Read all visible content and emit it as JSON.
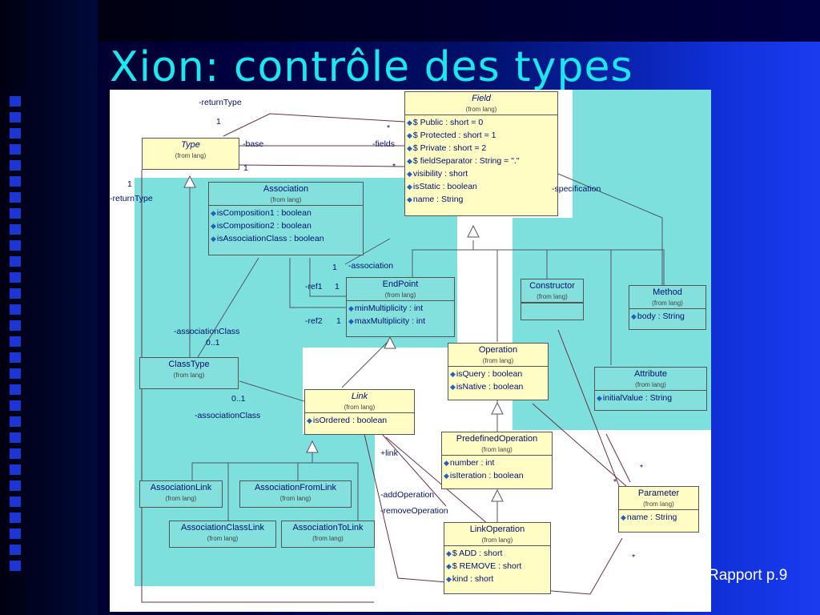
{
  "slide": {
    "title": "Xion: contrôle des types",
    "footer": "Rapport p.9"
  },
  "classes": {
    "field": {
      "name": "Field",
      "from": "(from lang)",
      "attrs": [
        "$ Public : short = 0",
        "$ Protected : short = 1",
        "$ Private : short = 2",
        "$ fieldSeparator : String = \".\"",
        "visibility : short",
        "isStatic : boolean",
        "name : String"
      ]
    },
    "type": {
      "name": "Type",
      "from": "(from lang)"
    },
    "association": {
      "name": "Association",
      "from": "(from lang)",
      "attrs": [
        "isComposition1 : boolean",
        "isComposition2 : boolean",
        "isAssociationClass : boolean"
      ]
    },
    "endpoint": {
      "name": "EndPoint",
      "from": "(from lang)",
      "attrs": [
        "minMultiplicity : int",
        "maxMultiplicity : int"
      ]
    },
    "constructor": {
      "name": "Constructor",
      "from": "(from lang)"
    },
    "method": {
      "name": "Method",
      "from": "(from lang)",
      "attrs": [
        "body : String"
      ]
    },
    "operation": {
      "name": "Operation",
      "from": "(from lang)",
      "attrs": [
        "isQuery : boolean",
        "isNative : boolean"
      ]
    },
    "attribute": {
      "name": "Attribute",
      "from": "(from lang)",
      "attrs": [
        "initialValue : String"
      ]
    },
    "classtype": {
      "name": "ClassType",
      "from": "(from lang)"
    },
    "link": {
      "name": "Link",
      "from": "(from lang)",
      "attrs": [
        "isOrdered : boolean"
      ]
    },
    "predefinedoperation": {
      "name": "PredefinedOperation",
      "from": "(from lang)",
      "attrs": [
        "number : int",
        "isIteration : boolean"
      ]
    },
    "parameter": {
      "name": "Parameter",
      "from": "(from lang)",
      "attrs": [
        "name : String"
      ]
    },
    "associationlink": {
      "name": "AssociationLink",
      "from": "(from lang)"
    },
    "associationfromlink": {
      "name": "AssociationFromLink",
      "from": "(from lang)"
    },
    "associationclasslink": {
      "name": "AssociationClassLink",
      "from": "(from lang)"
    },
    "associationtolink": {
      "name": "AssociationToLink",
      "from": "(from lang)"
    },
    "linkoperation": {
      "name": "LinkOperation",
      "from": "(from lang)",
      "attrs": [
        "$ ADD : short",
        "$ REMOVE : short",
        "kind : short"
      ]
    }
  },
  "labels": {
    "returnType_top": "-returnType",
    "one_a": "1",
    "star_a": "*",
    "base": "-base",
    "fields": "-fields",
    "star_b": "*",
    "one_b": "1",
    "one_c": "1",
    "returnType_left": "-returnType",
    "specification": "-specification",
    "one_d": "1",
    "association": "-association",
    "ref1": "-ref1",
    "one_e": "1",
    "ref2": "-ref2",
    "one_f": "1",
    "associationClass_a": "-associationClass",
    "mult_a": "0..1",
    "mult_b": "0..1",
    "associationClass_b": "-associationClass",
    "plus_link": "+link",
    "star_c": "*",
    "star_d": "*",
    "addOperation": "-addOperation",
    "removeOperation": "-removeOperation",
    "star_e": "*"
  }
}
